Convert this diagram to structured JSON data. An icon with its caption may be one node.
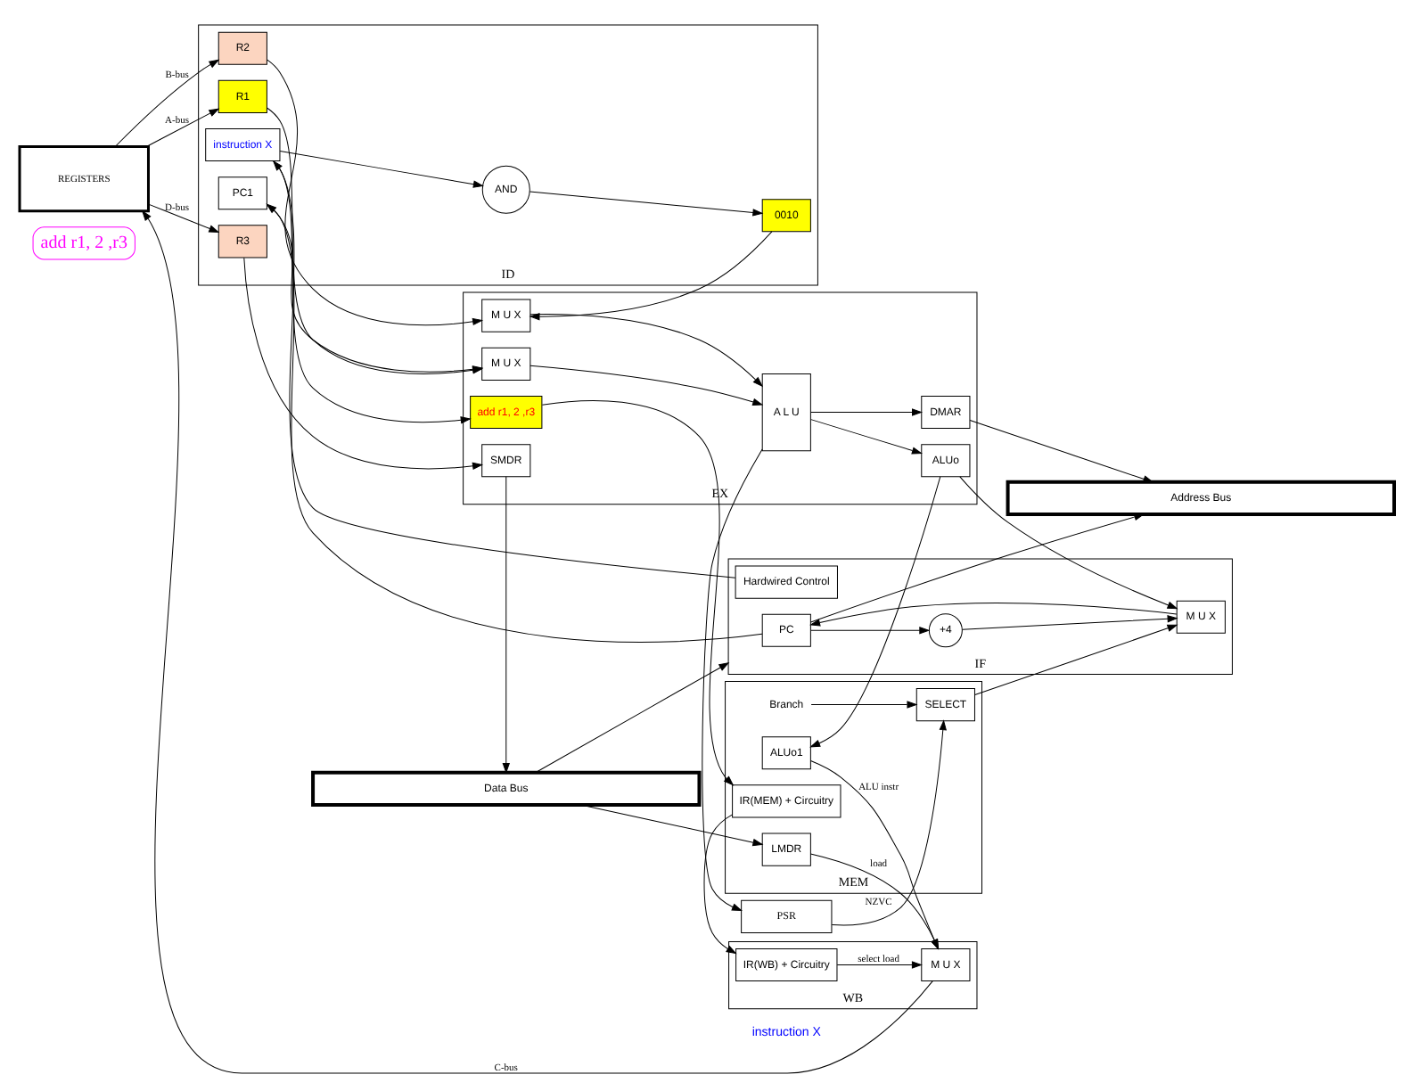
{
  "diagram": {
    "nodes": [
      {
        "text": [
          "add r1, 2 ,r3"
        ]
      },
      {
        "text": [
          "REGISTERS"
        ]
      },
      {
        "text": [
          "PSR"
        ]
      },
      {
        "text": [
          "IF"
        ]
      },
      {
        "text": [
          "PC"
        ],
        "in": 3
      },
      {
        "text": [
          "M U X"
        ],
        "in": 3
      },
      {
        "text": [
          "+4"
        ],
        "in": 3
      },
      {
        "text": [
          "Hardwired Control"
        ],
        "in": 3
      },
      {
        "text": [
          "ID"
        ]
      },
      {
        "text": [
          "PC1"
        ],
        "in": 8
      },
      {
        "text": [
          "R1"
        ],
        "in": 8
      },
      {
        "text": [
          "R2"
        ],
        "in": 8
      },
      {
        "text": [
          "AND"
        ],
        "in": 8
      },
      {
        "text": [
          "0010"
        ],
        "in": 8
      },
      {
        "text": [
          "R3"
        ],
        "in": 8
      },
      {
        "text": [
          "instruction X"
        ],
        "in": 8
      },
      {
        "text": [
          "EX"
        ]
      },
      {
        "text": [
          "M U X"
        ],
        "in": 16
      },
      {
        "text": [
          "M U X"
        ],
        "in": 16
      },
      {
        "text": [
          "A L U"
        ],
        "in": 16
      },
      {
        "text": [
          "ALUo"
        ],
        "in": 16
      },
      {
        "text": [
          "DMAR"
        ],
        "in": 16
      },
      {
        "text": [
          "SMDR"
        ],
        "in": 16
      },
      {
        "text": [
          "add r1, 2 ,r3"
        ],
        "in": 16
      },
      {
        "text": [
          "MEM"
        ]
      },
      {
        "text": [
          "SELECT"
        ],
        "in": 24
      },
      {
        "text": [
          "Branch"
        ],
        "in": 24
      },
      {
        "text": [
          "ALUo1"
        ],
        "in": 24
      },
      {
        "text": [
          "LMDR"
        ],
        "in": 24
      },
      {
        "text": [
          "IR(MEM) + Circuitry"
        ],
        "in": 24
      },
      {
        "text": [
          "WB"
        ]
      },
      {
        "text": [
          "M U X"
        ],
        "in": 30
      },
      {
        "text": [
          "IR(WB) + Circuitry"
        ],
        "in": 30
      },
      {
        "text": [
          "Address Bus"
        ]
      },
      {
        "text": [
          "Data Bus"
        ]
      }
    ],
    "edges": [
      {
        "from": 1,
        "to": 14,
        "arrow": "to",
        "label": "D-bus"
      },
      {
        "from": 1,
        "to": 11,
        "arrow": "to",
        "label": "B-bus"
      },
      {
        "from": 1,
        "to": 10,
        "arrow": "to",
        "label": "A-bus"
      },
      {
        "from": 25,
        "to": 5,
        "arrow": "to"
      },
      {
        "from": 20,
        "to": 5,
        "arrow": "to"
      },
      {
        "from": 6,
        "to": 5,
        "arrow": "to"
      },
      {
        "from": 5,
        "to": 4,
        "arrow": "to"
      },
      {
        "from": 4,
        "to": 6,
        "arrow": "to"
      },
      {
        "from": 4,
        "to": 9,
        "arrow": "to"
      },
      {
        "from": 4,
        "to": 33,
        "arrow": "to"
      },
      {
        "from": 34,
        "to": 3,
        "arrow": "to"
      },
      {
        "from": 7,
        "to": 15,
        "arrow": "to"
      },
      {
        "from": 15,
        "to": 12,
        "arrow": "to"
      },
      {
        "from": 12,
        "to": 13,
        "arrow": "to"
      },
      {
        "from": 9,
        "to": 17,
        "arrow": "to"
      },
      {
        "from": 10,
        "to": 17,
        "arrow": "to"
      },
      {
        "from": 11,
        "to": 18,
        "arrow": "to"
      },
      {
        "from": 13,
        "to": 18,
        "arrow": "to"
      },
      {
        "from": 17,
        "to": 19,
        "arrow": "to"
      },
      {
        "from": 18,
        "to": 19,
        "arrow": "to"
      },
      {
        "from": 19,
        "to": 2,
        "arrow": "to"
      },
      {
        "from": 19,
        "to": 20,
        "arrow": "to"
      },
      {
        "from": 19,
        "to": 21,
        "arrow": "to"
      },
      {
        "from": 14,
        "to": 22,
        "arrow": "to"
      },
      {
        "from": 15,
        "to": 23,
        "arrow": "to"
      },
      {
        "from": 23,
        "to": 29,
        "arrow": "to"
      },
      {
        "from": 29,
        "to": 32,
        "arrow": "to"
      },
      {
        "from": 2,
        "to": 25,
        "arrow": "to",
        "label": "NZVC"
      },
      {
        "from": 26,
        "to": 25,
        "arrow": "to"
      },
      {
        "from": 20,
        "to": 27,
        "arrow": "to"
      },
      {
        "from": 27,
        "to": 31,
        "arrow": "to",
        "label": "ALU instr"
      },
      {
        "from": 28,
        "to": 31,
        "arrow": "to",
        "label": "load"
      },
      {
        "from": 32,
        "to": 31,
        "arrow": "to",
        "label": "select load"
      },
      {
        "from": 31,
        "to": 1,
        "arrow": "to",
        "label": "C-bus"
      },
      {
        "from": 21,
        "to": 33,
        "arrow": "to"
      },
      {
        "from": 22,
        "to": 34,
        "arrow": "to"
      },
      {
        "from": 34,
        "to": 28,
        "arrow": "to"
      }
    ],
    "labels": [
      "instruction X"
    ]
  }
}
